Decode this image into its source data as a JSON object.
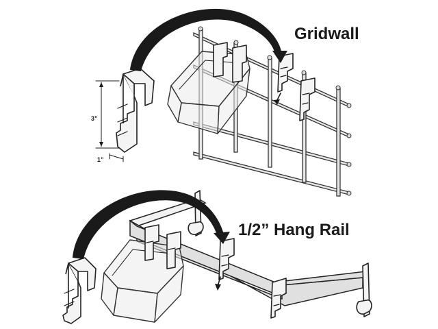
{
  "labels": {
    "gridwall": "Gridwall",
    "hang_rail": "1/2” Hang Rail",
    "height_dim": "3”",
    "depth_dim": "1”"
  },
  "colors": {
    "ink": "#1a1a1a",
    "background": "#ffffff",
    "rail_fill": "#e0e0e0"
  }
}
